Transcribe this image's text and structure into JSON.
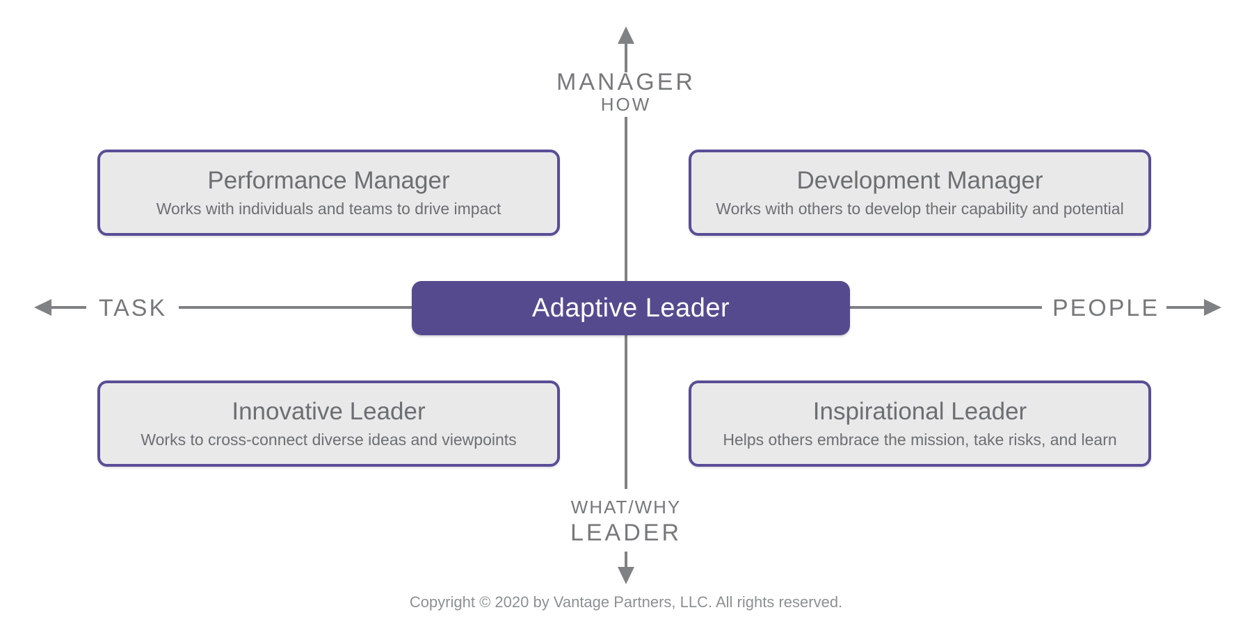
{
  "diagram": {
    "title_implied": "Leadership styles quadrant",
    "axes": {
      "top": {
        "label": "MANAGER",
        "sublabel": "HOW"
      },
      "bottom": {
        "sublabel": "WHAT/WHY",
        "label": "LEADER"
      },
      "left": {
        "label": "TASK"
      },
      "right": {
        "label": "PEOPLE"
      }
    },
    "center": {
      "label": "Adaptive Leader"
    },
    "quadrants": [
      {
        "position": "top-left",
        "title": "Performance Manager",
        "description": "Works with individuals and teams to drive impact"
      },
      {
        "position": "top-right",
        "title": "Development Manager",
        "description": "Works with others to develop their capability and potential"
      },
      {
        "position": "bottom-left",
        "title": "Innovative Leader",
        "description": "Works to cross-connect diverse ideas and viewpoints"
      },
      {
        "position": "bottom-right",
        "title": "Inspirational Leader",
        "description": "Helps others embrace the mission, take risks, and learn"
      }
    ],
    "footer": {
      "copyright": "Copyright © 2020 by Vantage Partners, LLC. All rights reserved."
    },
    "colors": {
      "accent_purple": "#564a8f",
      "border_purple": "#5a4d96",
      "box_fill": "#e9e9ea",
      "line_gray": "#808184",
      "label_gray": "#77787b",
      "text_gray": "#6d6e71",
      "copyright_gray": "#8d8f92"
    }
  }
}
